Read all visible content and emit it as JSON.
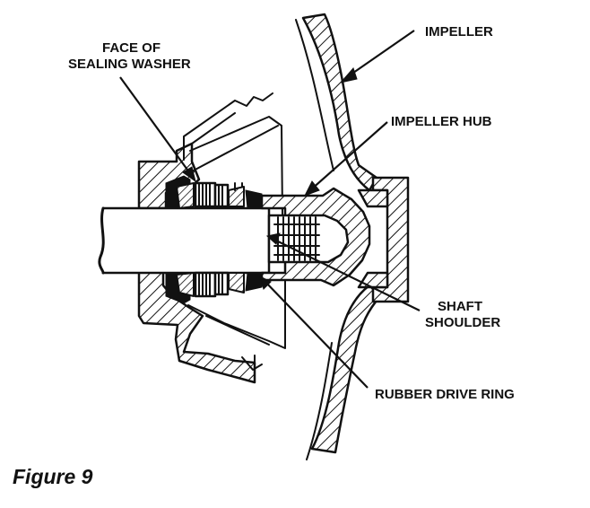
{
  "figure_caption": "Figure 9",
  "labels": {
    "impeller": "IMPELLER",
    "face_of_sealing_washer_line1": "FACE OF",
    "face_of_sealing_washer_line2": "SEALING WASHER",
    "impeller_hub": "IMPELLER HUB",
    "shaft_shoulder_line1": "SHAFT",
    "shaft_shoulder_line2": "SHOULDER",
    "rubber_drive_ring": "RUBBER DRIVE RING"
  },
  "colors": {
    "ink": "#111111",
    "background": "#ffffff"
  }
}
